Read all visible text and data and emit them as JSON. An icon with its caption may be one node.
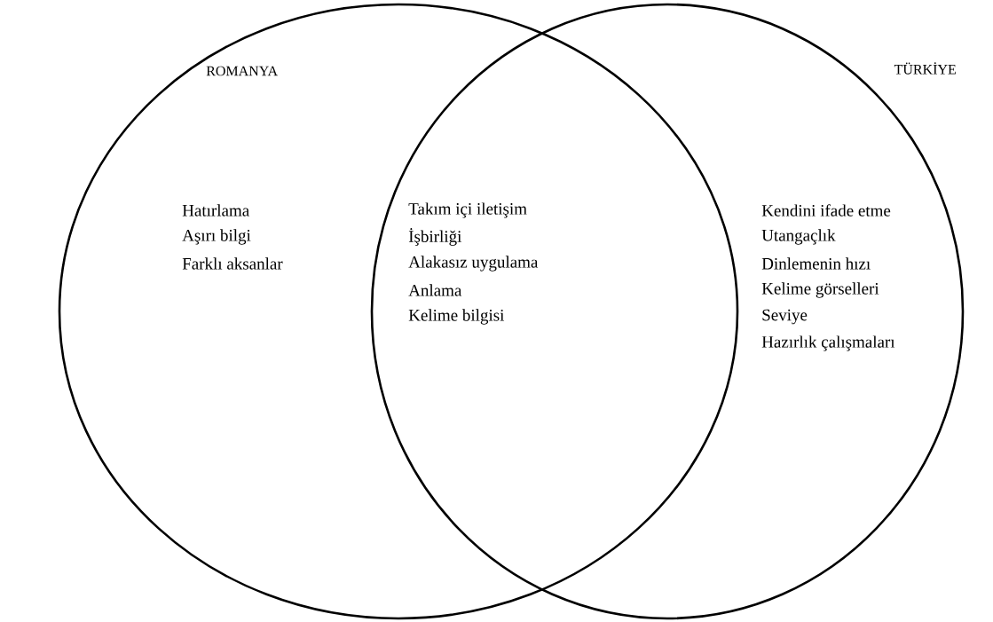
{
  "diagram": {
    "nodes": [
      {
        "text": [
          "ROMANYA",
          "Hatırlama",
          "Aşırı bilgi",
          "Farklı aksanlar"
        ]
      },
      {
        "text": [
          "TÜRKİYE",
          "Kendini ifade etme",
          "Utangaçlık",
          "Dinlemenin hızı",
          "Kelime görselleri",
          "Seviye",
          "Hazırlık çalışmaları"
        ]
      }
    ],
    "labels": [
      "Takım içi iletişim",
      "İşbirliği",
      "Alakasız uygulama",
      "Anlama",
      "Kelime bilgisi"
    ]
  }
}
